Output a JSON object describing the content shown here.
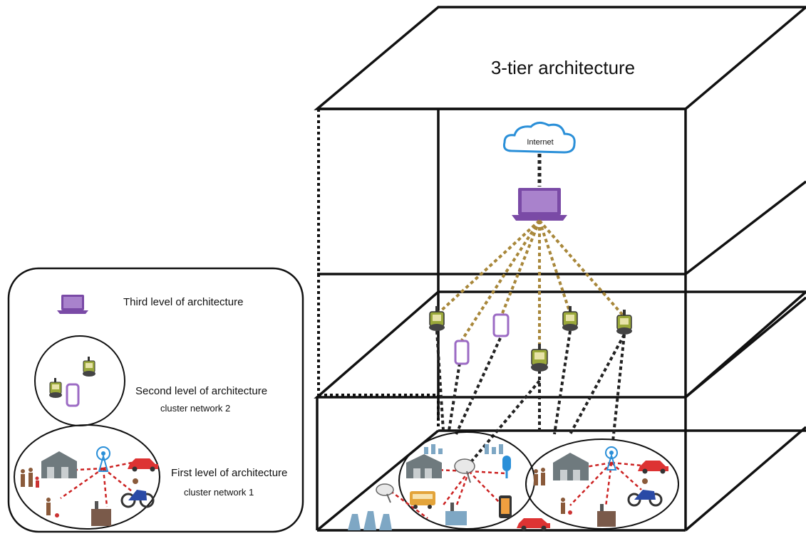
{
  "diagram": {
    "title": "3-tier architecture",
    "internet_label": "Internet",
    "legend": {
      "third_level": "Third level of architecture",
      "second_level": "Second level of architecture",
      "second_level_sub": "cluster network 2",
      "first_level": "First level of architecture",
      "first_level_sub": "cluster network 1"
    },
    "colors": {
      "laptop": "#8a5bb0",
      "cloud": "#2a8fd8",
      "tier3_links": "#a8873a",
      "tier2_links": "#222222",
      "tier1_links": "#cc2222",
      "gateway_body": "#9aa83a",
      "phone": "#9c6bc4"
    },
    "icons": [
      "internet-cloud-icon",
      "laptop-icon",
      "gateway-device-icon",
      "smartphone-icon",
      "cell-tower-icon",
      "warehouse-icon",
      "car-icon",
      "motorbike-icon",
      "people-icon",
      "factory-icon",
      "satellite-dish-icon",
      "microphone-icon",
      "bus-icon",
      "power-plant-icon"
    ]
  }
}
